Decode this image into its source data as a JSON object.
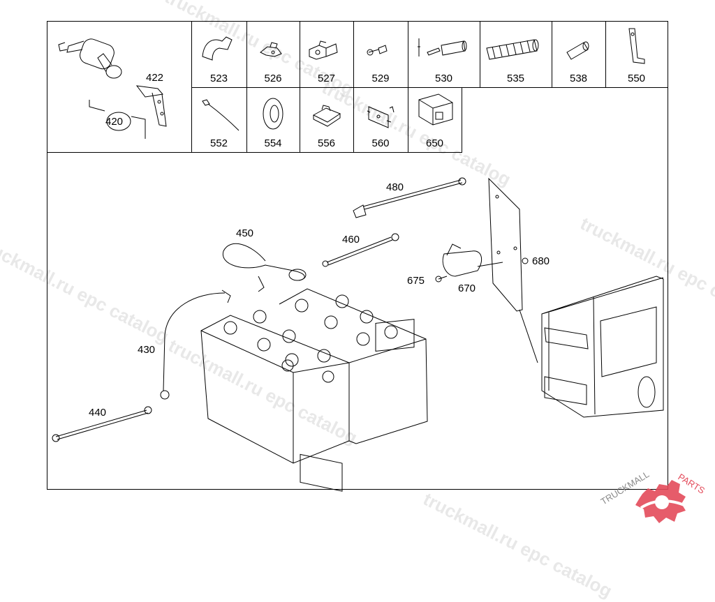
{
  "watermark_text": "truckmall.ru epc catalog",
  "brand_logo": "TRUCKMALLPARTS",
  "header_parts": {
    "group_main": [
      "420",
      "422"
    ],
    "row1": [
      "523",
      "526",
      "527",
      "529",
      "530",
      "535",
      "538",
      "550"
    ],
    "row2": [
      "552",
      "554",
      "556",
      "560",
      "650"
    ]
  },
  "diagram_callouts": [
    "480",
    "450",
    "460",
    "680",
    "675",
    "670",
    "430",
    "440"
  ],
  "colors": {
    "line": "#000000",
    "watermark": "#bfbfbf",
    "logo_red": "#e34a5a",
    "logo_gray": "#8a8a8a"
  }
}
